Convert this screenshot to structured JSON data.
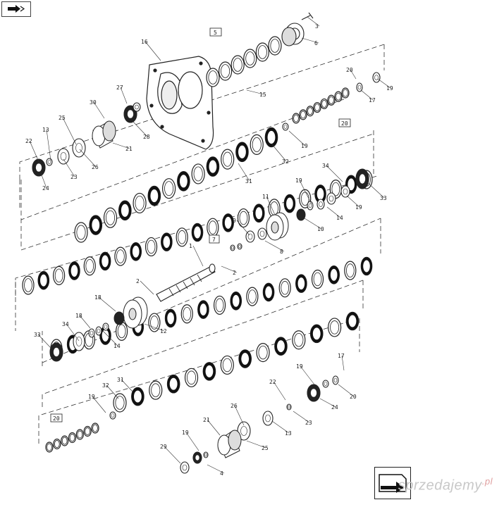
{
  "toolbar": {
    "corner_icon": "arrow-right-icon"
  },
  "nav": {
    "next_icon": "page-forward-icon"
  },
  "watermark": {
    "text": "sprzedajemy",
    "suffix": ".pl"
  },
  "callouts": {
    "c1": "1",
    "c2": "2",
    "c3": "3",
    "c4": "4",
    "c5": "5",
    "c6": "6",
    "c7": "7",
    "c8": "8",
    "c9": "9",
    "c10": "10",
    "c11": "11",
    "c12": "12",
    "c13": "13",
    "c14": "14",
    "c15": "15",
    "c16": "16",
    "c17": "17",
    "c18": "18",
    "c19": "19",
    "c20": "20",
    "c21": "21",
    "c22": "22",
    "c23": "23",
    "c24": "24",
    "c25": "25",
    "c26": "26",
    "c27": "27",
    "c28": "28",
    "c29": "29",
    "c30": "30",
    "c31": "31",
    "c32": "32",
    "c33": "33",
    "c34": "34"
  },
  "colors": {
    "line": "#222222",
    "fill": "#ffffff",
    "dark": "#111111"
  }
}
